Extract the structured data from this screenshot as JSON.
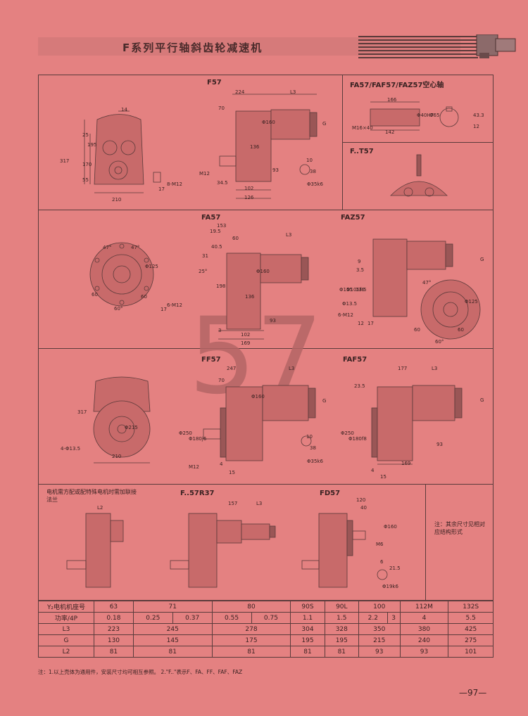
{
  "header": {
    "title": "F系列平行轴斜齿轮减速机"
  },
  "watermark": "57",
  "sections": {
    "f57": "F57",
    "hollow": "FA57/FAF57/FAZ57空心轴",
    "ft57": "F..T57",
    "fa57": "FA57",
    "faz57": "FAZ57",
    "ff57": "FF57",
    "faf57": "FAF57",
    "fr37": "F..57R37",
    "fd57": "FD57"
  },
  "notes": {
    "flange_note": "电机需方配或配特殊电机时需加联接法兰",
    "other_dims": "注：其余尺寸见相对应结构形式"
  },
  "dims": {
    "f57": [
      "224",
      "L3",
      "70",
      "Φ160",
      "G",
      "136",
      "M12",
      "93",
      "34.5",
      "102",
      "126",
      "10",
      "38",
      "Φ35k6"
    ],
    "front": [
      "14",
      "25",
      "195",
      "317",
      "170",
      "55",
      "210",
      "17",
      "8-M12"
    ],
    "hollow": [
      "166",
      "Φ40H7",
      "Φ65",
      "43.3",
      "12",
      "M16×40",
      "142"
    ],
    "fa57": [
      "153",
      "19.5",
      "L3",
      "60",
      "40.5",
      "Φ160",
      "31",
      "25°",
      "198",
      "136",
      "93",
      "3",
      "102",
      "169",
      "47°",
      "47°",
      "Φ125",
      "60",
      "60",
      "60°",
      "17",
      "6-M12"
    ],
    "faz57": [
      "9",
      "3.5",
      "G",
      "Φ155",
      "Φ105f6",
      "13.5",
      "Φ13.5",
      "6-M12",
      "12",
      "17",
      "47°",
      "Φ125",
      "60",
      "60",
      "60°"
    ],
    "ff57": [
      "247",
      "L3",
      "70",
      "Φ160",
      "G",
      "Φ250",
      "Φ180j6",
      "M12",
      "4",
      "15",
      "10",
      "38",
      "Φ35k6",
      "317",
      "Φ215",
      "4-Φ13.5",
      "210"
    ],
    "faf57": [
      "177",
      "L3",
      "23.5",
      "G",
      "Φ250",
      "Φ180f8",
      "93",
      "169",
      "4",
      "15"
    ],
    "fr37": [
      "L2",
      "157",
      "L3"
    ],
    "fd57": [
      "120",
      "40",
      "Φ160",
      "M6",
      "6",
      "21.5",
      "Φ19k6"
    ]
  },
  "table": {
    "rows": [
      {
        "label": "Y₂电机机座号",
        "cells": [
          "63",
          "71",
          "80",
          "90S",
          "90L",
          "100",
          "112M",
          "132S"
        ]
      },
      {
        "label": "功率/4P",
        "cells": [
          "0.18",
          "0.25",
          "0.37",
          "0.55",
          "0.75",
          "1.1",
          "1.5",
          "2.2",
          "3",
          "4",
          "5.5"
        ]
      },
      {
        "label": "L3",
        "cells": [
          "223",
          "245",
          "278",
          "304",
          "328",
          "350",
          "380",
          "425"
        ]
      },
      {
        "label": "G",
        "cells": [
          "130",
          "145",
          "175",
          "195",
          "195",
          "215",
          "240",
          "275"
        ]
      },
      {
        "label": "L2",
        "cells": [
          "81",
          "81",
          "81",
          "81",
          "81",
          "93",
          "93",
          "101"
        ]
      }
    ]
  },
  "footnote": "注：1.以上壳体为通用件，安装尺寸均可相互参照。    2.\"F..\"表示F、FA、FF、FAF、FAZ",
  "page_number": "—97—"
}
